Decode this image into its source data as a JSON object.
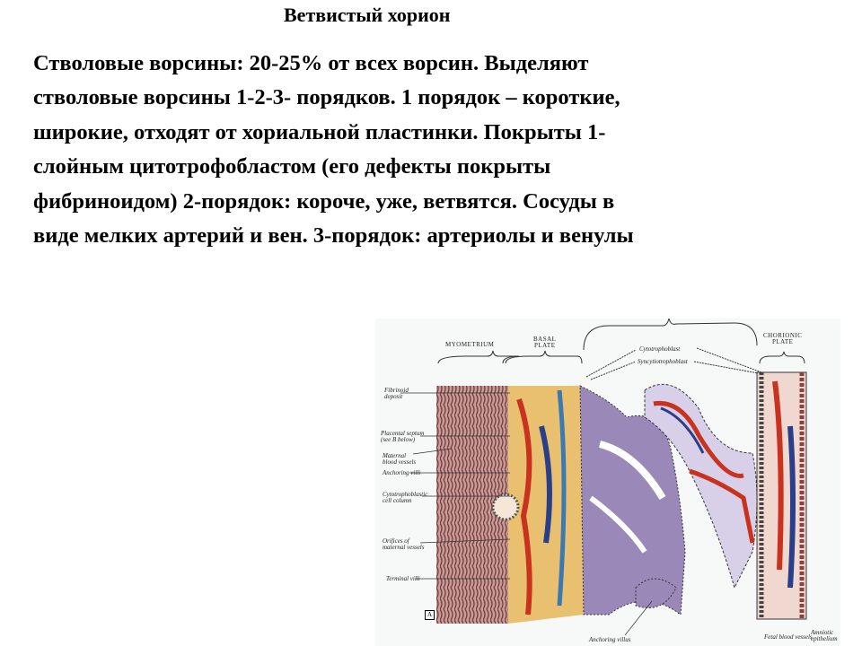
{
  "slide": {
    "title": "Ветвистый хорион",
    "body_lines": [
      "Стволовые ворсины:  20-25% от всех ворсин. Выделяют",
      "стволовые ворсины 1-2-3- порядков. 1 порядок – короткие,",
      "широкие, отходят от хориальной пластинки. Покрыты 1-",
      "слойным цитотрофобластом (его дефекты покрыты",
      "фибриноидом) 2-порядок: короче, уже, ветвятся. Сосуды в",
      "виде мелких артерий и вен. 3-порядок: артериолы и венулы"
    ]
  },
  "figure": {
    "captions": {
      "myometrium": "MYOMETRIUM",
      "basal_plate": "BASAL\nPLATE",
      "chorionic_plate": "CHORIONIC\nPLATE",
      "cytotrophoblast": "Cytotrophoblast",
      "syncytiotrophoblast": "Syncytiotrophoblast"
    },
    "left_labels": [
      "Fibrinoid\ndeposit",
      "Placental septum\n(see B below)",
      "Maternal\nblood vessels",
      "Anchoring villi",
      "Cytotrophoblastic\ncell column",
      "Orifices of\nmaternal vessels",
      "Terminal villi"
    ],
    "bottom_labels": {
      "anchoring": "Anchoring villus",
      "fetal_vessels": "Fetal blood vessels",
      "amniotic": "Amniotic\nepithelium"
    },
    "panel_letter": "A",
    "colors": {
      "villus": "#9a88b8",
      "artery": "#c8321e",
      "vein": "#2a3f8a",
      "muscle": "#a56a6a"
    }
  }
}
